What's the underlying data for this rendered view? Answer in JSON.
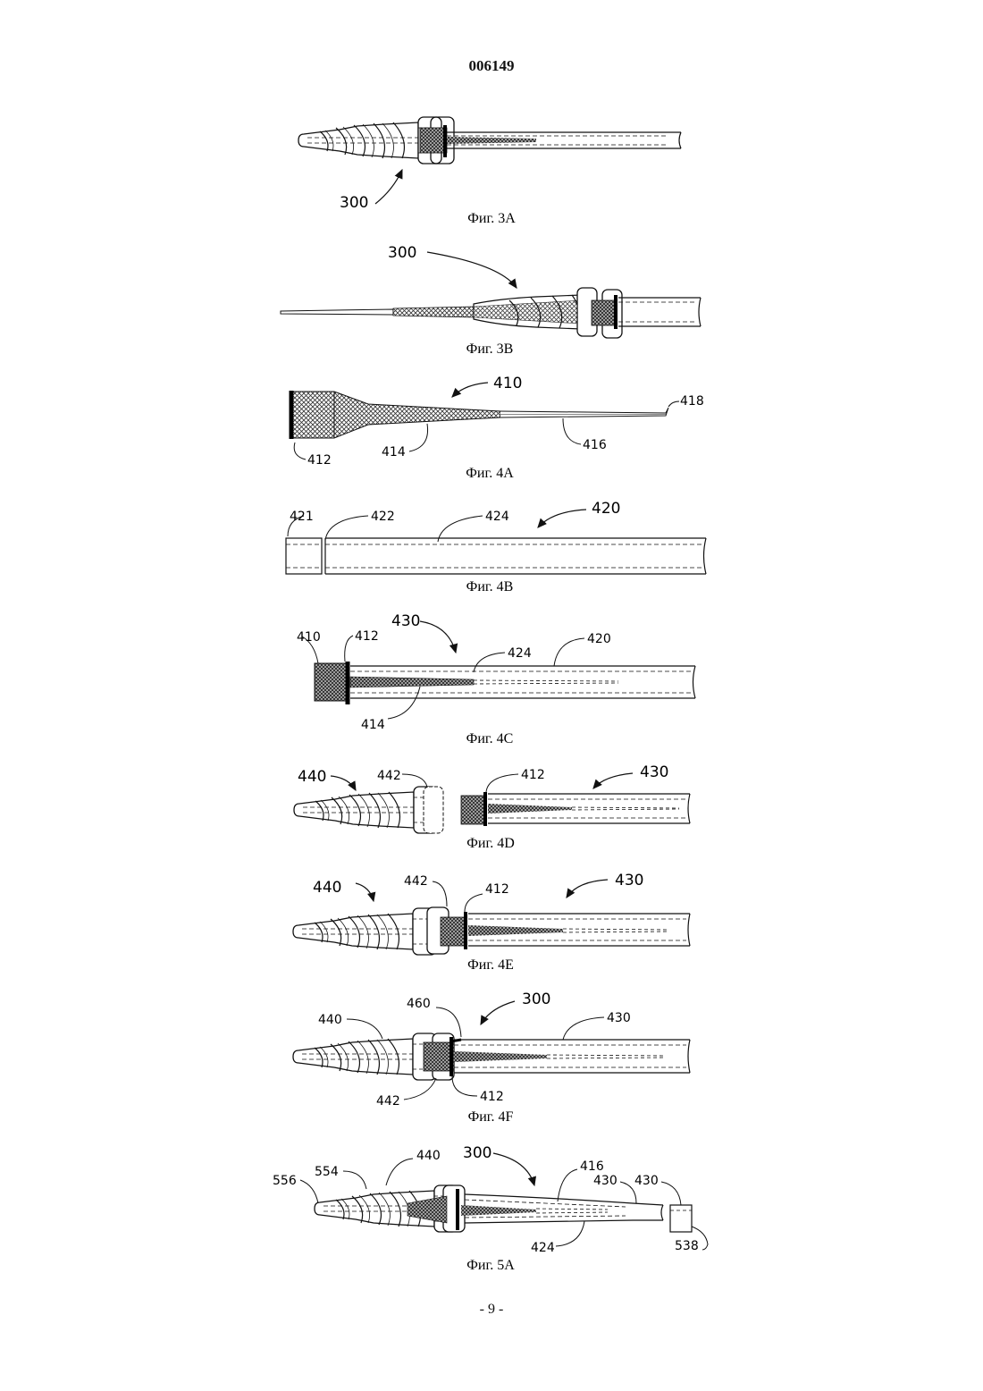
{
  "header": {
    "doc_number": "006149"
  },
  "footer": {
    "page_number": "- 9 -"
  },
  "figures": {
    "f3a": {
      "caption": "Фиг. 3A",
      "ref_300": "300"
    },
    "f3b": {
      "caption": "Фиг. 3B",
      "ref_300": "300"
    },
    "f4a": {
      "caption": "Фиг. 4A",
      "ref_410": "410",
      "ref_412": "412",
      "ref_414": "414",
      "ref_416": "416",
      "ref_418": "418"
    },
    "f4b": {
      "caption": "Фиг. 4B",
      "ref_421": "421",
      "ref_422": "422",
      "ref_424": "424",
      "ref_420": "420"
    },
    "f4c": {
      "caption": "Фиг. 4C",
      "ref_410": "410",
      "ref_412": "412",
      "ref_430": "430",
      "ref_424": "424",
      "ref_420": "420",
      "ref_414": "414"
    },
    "f4d": {
      "caption": "Фиг. 4D",
      "ref_440": "440",
      "ref_442": "442",
      "ref_412": "412",
      "ref_430": "430"
    },
    "f4e": {
      "caption": "Фиг. 4E",
      "ref_440": "440",
      "ref_442": "442",
      "ref_412": "412",
      "ref_430": "430"
    },
    "f4f": {
      "caption": "Фиг. 4F",
      "ref_460": "460",
      "ref_300": "300",
      "ref_430": "430",
      "ref_440": "440",
      "ref_442": "442",
      "ref_412": "412"
    },
    "f5a": {
      "caption": "Фиг. 5A",
      "ref_300": "300",
      "ref_440": "440",
      "ref_416": "416",
      "ref_430a": "430",
      "ref_430b": "430",
      "ref_554": "554",
      "ref_556": "556",
      "ref_424": "424",
      "ref_538": "538"
    }
  }
}
